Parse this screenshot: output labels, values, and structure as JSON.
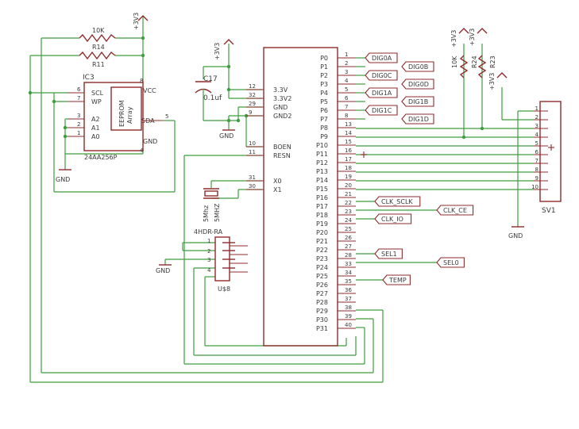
{
  "power": {
    "vcc": "+3V3",
    "gnd": "GND"
  },
  "resistors": {
    "r_top_value": "10K",
    "r_top_name": "R14",
    "r_bot_name": "R11",
    "r_right1_value": "10K",
    "r_right1_name": "R24",
    "r_right2_name": "R23"
  },
  "ic3": {
    "name": "IC3",
    "part": "24AA256P",
    "inner_top": "EEPROM",
    "inner_bottom": "Array",
    "left_pins": [
      {
        "num": "6",
        "label": "SCL"
      },
      {
        "num": "7",
        "label": "WP"
      },
      {
        "num": "3",
        "label": "A2"
      },
      {
        "num": "2",
        "label": "A1"
      },
      {
        "num": "1",
        "label": "A0"
      }
    ],
    "vcc": "VCC",
    "vcc_pin": "8",
    "sda": "SDA",
    "sda_pin": "5",
    "gnd": "GND",
    "gnd_pin": "4"
  },
  "cap": {
    "name": "C17",
    "value": "0.1uf"
  },
  "crystal": {
    "value1": "5Mhz",
    "value2": "5MHZ"
  },
  "header": {
    "type": "4HDR-RA",
    "name": "U$8",
    "pins": [
      "1",
      "2",
      "3",
      "4"
    ]
  },
  "mcu": {
    "left_pins": [
      {
        "num": "12",
        "label": "3.3V"
      },
      {
        "num": "32",
        "label": "3.3V2"
      },
      {
        "num": "29",
        "label": "GND"
      },
      {
        "num": "9",
        "label": "GND2"
      },
      {
        "num": "10",
        "label": "BOEN"
      },
      {
        "num": "11",
        "label": "RESN"
      },
      {
        "num": "31",
        "label": "X0"
      },
      {
        "num": "30",
        "label": "X1"
      }
    ],
    "right_pins": [
      {
        "num": "1",
        "label": "P0"
      },
      {
        "num": "2",
        "label": "P1"
      },
      {
        "num": "3",
        "label": "P2"
      },
      {
        "num": "4",
        "label": "P3"
      },
      {
        "num": "5",
        "label": "P4"
      },
      {
        "num": "6",
        "label": "P5"
      },
      {
        "num": "7",
        "label": "P6"
      },
      {
        "num": "8",
        "label": "P7"
      },
      {
        "num": "13",
        "label": "P8"
      },
      {
        "num": "14",
        "label": "P9"
      },
      {
        "num": "15",
        "label": "P10"
      },
      {
        "num": "16",
        "label": "P11"
      },
      {
        "num": "17",
        "label": "P12"
      },
      {
        "num": "18",
        "label": "P13"
      },
      {
        "num": "19",
        "label": "P14"
      },
      {
        "num": "20",
        "label": "P15"
      },
      {
        "num": "21",
        "label": "P16"
      },
      {
        "num": "22",
        "label": "P17"
      },
      {
        "num": "23",
        "label": "P18"
      },
      {
        "num": "24",
        "label": "P19"
      },
      {
        "num": "25",
        "label": "P20"
      },
      {
        "num": "26",
        "label": "P21"
      },
      {
        "num": "27",
        "label": "P22"
      },
      {
        "num": "28",
        "label": "P23"
      },
      {
        "num": "33",
        "label": "P24"
      },
      {
        "num": "34",
        "label": "P25"
      },
      {
        "num": "35",
        "label": "P26"
      },
      {
        "num": "36",
        "label": "P27"
      },
      {
        "num": "37",
        "label": "P28"
      },
      {
        "num": "38",
        "label": "P29"
      },
      {
        "num": "39",
        "label": "P30"
      },
      {
        "num": "40",
        "label": "P31"
      }
    ]
  },
  "net_labels": [
    "DIG0A",
    "DIG0B",
    "DIG0C",
    "DIG0D",
    "DIG1A",
    "DIG1B",
    "DIG1C",
    "DIG1D",
    "CLK_SCLK",
    "CLK_CE",
    "CLK_IO",
    "SEL1",
    "SEL0",
    "TEMP"
  ],
  "sv1": {
    "name": "SV1",
    "pins": [
      "1",
      "2",
      "3",
      "4",
      "5",
      "6",
      "7",
      "8",
      "9",
      "10"
    ]
  }
}
